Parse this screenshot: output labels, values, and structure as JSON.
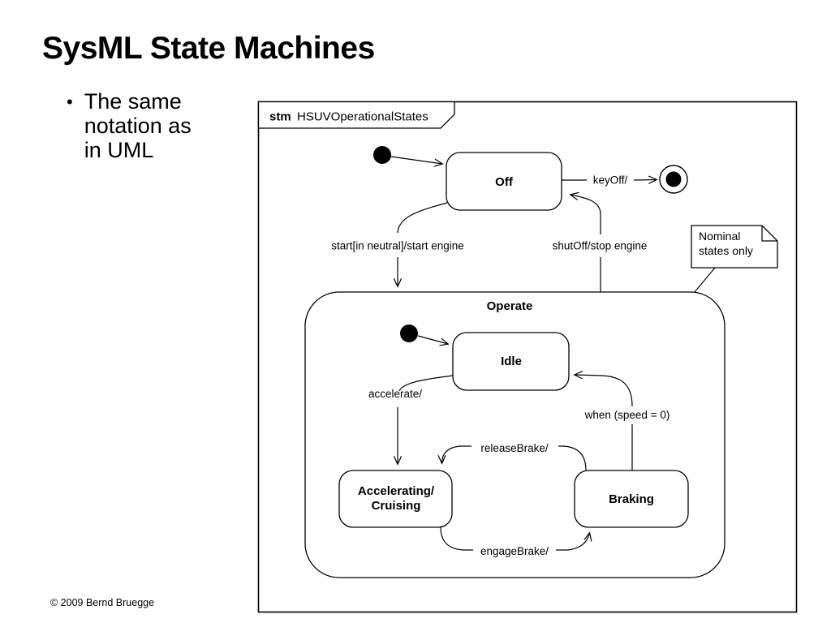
{
  "slide": {
    "title": "SysML State Machines",
    "bullet": {
      "marker": "•",
      "line1": "The same",
      "line2": "notation as",
      "line3": "in UML"
    },
    "copyright": "© 2009 Bernd Bruegge"
  },
  "diagram": {
    "frame": {
      "keyword": "stm",
      "name": "HSUVOperationalStates"
    },
    "note": {
      "line1": "Nominal",
      "line2": "states only"
    },
    "states": {
      "off": "Off",
      "operate": "Operate",
      "idle": "Idle",
      "accelerating_line1": "Accelerating/",
      "accelerating_line2": "Cruising",
      "braking": "Braking"
    },
    "transitions": {
      "key_off": "keyOff/",
      "start": "start[in neutral]/start engine",
      "shut_off": "shutOff/stop engine",
      "accelerate": "accelerate/",
      "when_speed": "when (speed = 0)",
      "release_brake": "releaseBrake/",
      "engage_brake": "engageBrake/"
    }
  }
}
